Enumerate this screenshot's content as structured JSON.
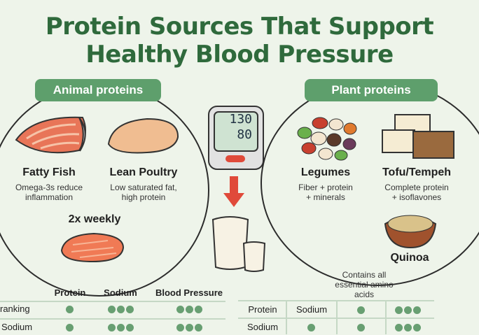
{
  "title": {
    "line1": "Protein Sources That Support",
    "line2": "Healthy Blood Pressure"
  },
  "animal": {
    "label": "Animal proteins",
    "items": [
      {
        "name": "Fatty Fish",
        "desc1": "Omega-3s reduce",
        "desc2": "inflammation"
      },
      {
        "name": "Lean Poultry",
        "desc1": "Low saturated fat,",
        "desc2": "high protein"
      }
    ],
    "frequency": "2x weekly"
  },
  "plant": {
    "label": "Plant proteins",
    "items": [
      {
        "name": "Legumes",
        "desc1": "Fiber + protein",
        "desc2": "+ minerals"
      },
      {
        "name": "Tofu/Tempeh",
        "desc1": "Complete protein",
        "desc2": "+ isoflavones"
      },
      {
        "name": "Quinoa",
        "desc1": "Contains all",
        "desc2": "essential amino",
        "desc3": "acids"
      }
    ]
  },
  "monitor": {
    "systolic": "130",
    "diastolic": "80"
  },
  "left_table": {
    "headers": [
      "Protein",
      "Sodium",
      "Blood Pressure"
    ],
    "rows": [
      {
        "label": "ranking",
        "dots": [
          1,
          3,
          3
        ]
      },
      {
        "label": "Sodium",
        "dots": [
          1,
          3,
          3
        ]
      }
    ]
  },
  "right_table": {
    "rows": [
      {
        "c1": "Protein",
        "c2": "Sodium",
        "dots": [
          1,
          3
        ]
      },
      {
        "c1": "Sodium",
        "dots": [
          1,
          1,
          3
        ]
      }
    ]
  },
  "colors": {
    "accent": "#5e9f6c",
    "title": "#2f6a3c",
    "background": "#eef4ea"
  }
}
